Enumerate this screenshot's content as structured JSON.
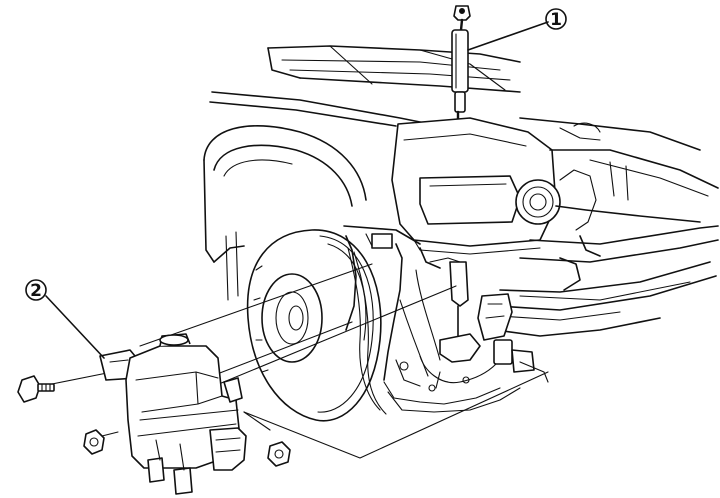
{
  "callouts": [
    {
      "id": "callout-1",
      "label": "1"
    },
    {
      "id": "callout-2",
      "label": "2"
    }
  ],
  "line_color": "#111111",
  "background_color": "#ffffff"
}
